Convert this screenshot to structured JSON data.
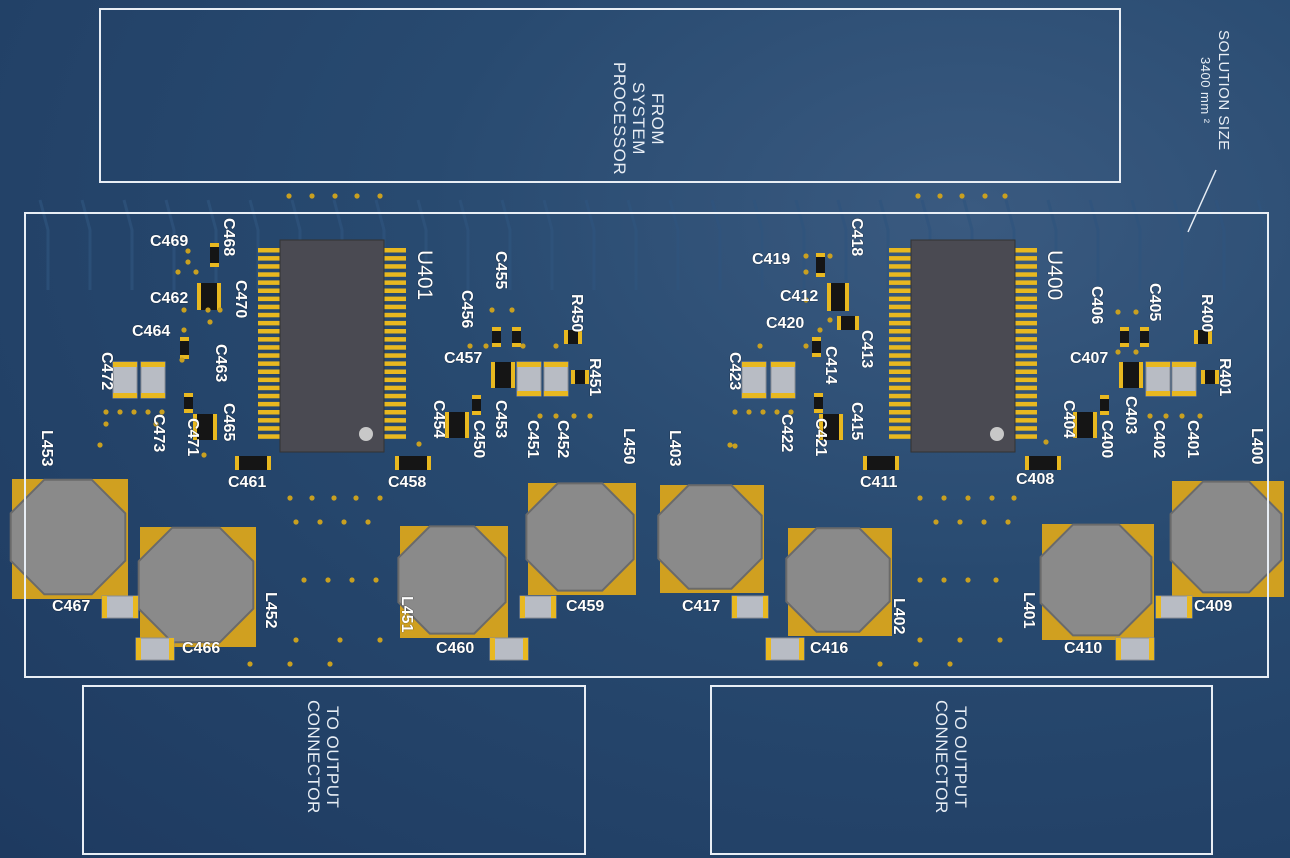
{
  "blocks": {
    "from_system_processor": [
      "FROM",
      "SYSTEM",
      "PROCESSOR"
    ],
    "to_output_connector_left": [
      "TO OUTPUT",
      "CONNECTOR"
    ],
    "to_output_connector_right": [
      "TO OUTPUT",
      "CONNECTOR"
    ],
    "solution_size": [
      "SOLUTION SIZE",
      "3400 mm ²"
    ]
  },
  "ics": {
    "left": "U401",
    "right": "U400"
  },
  "labels_left": {
    "C469": "C469",
    "C468": "C468",
    "C462": "C462",
    "C470": "C470",
    "C464": "C464",
    "C463": "C463",
    "C472": "C472",
    "C473": "C473",
    "C471": "C471",
    "C465": "C465",
    "C461": "C461",
    "C458": "C458",
    "C455": "C455",
    "C456": "C456",
    "C457": "C457",
    "R450": "R450",
    "R451": "R451",
    "C454": "C454",
    "C453": "C453",
    "C450": "C450",
    "C451": "C451",
    "C452": "C452",
    "L453": "L453",
    "L450": "L450",
    "L452": "L452",
    "L451": "L451",
    "C467": "C467",
    "C466": "C466",
    "C460": "C460",
    "C459": "C459"
  },
  "labels_right": {
    "C419": "C419",
    "C418": "C418",
    "C412": "C412",
    "C420": "C420",
    "C413": "C413",
    "C414": "C414",
    "C423": "C423",
    "C422": "C422",
    "C421": "C421",
    "C415": "C415",
    "C411": "C411",
    "C408": "C408",
    "C405": "C405",
    "C406": "C406",
    "C407": "C407",
    "R400": "R400",
    "R401": "R401",
    "C404": "C404",
    "C403": "C403",
    "C400": "C400",
    "C402": "C402",
    "C401": "C401",
    "L403": "L403",
    "L400": "L400",
    "L402": "L402",
    "L401": "L401",
    "C417": "C417",
    "C416": "C416",
    "C410": "C410",
    "C409": "C409"
  },
  "colors": {
    "board": "#2a4a72",
    "silkscreen": "#ffffff",
    "pad": "#e8b820",
    "chip": "#4a4a52",
    "inductor": "#8a8a8a"
  }
}
